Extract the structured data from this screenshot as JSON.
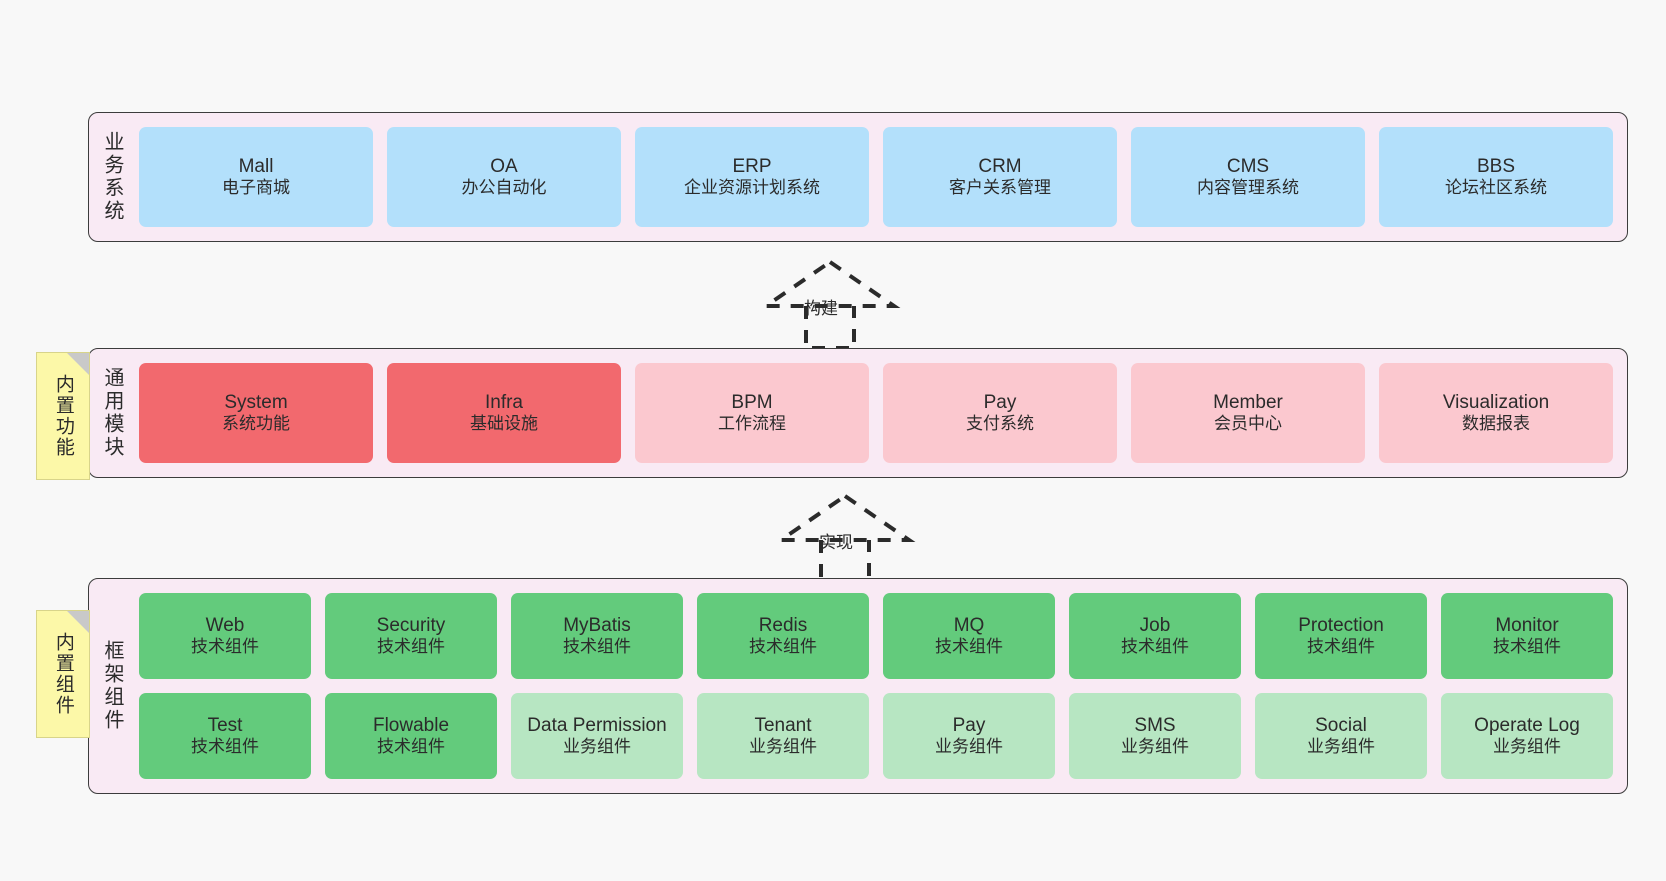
{
  "diagram": {
    "title": "system-architecture-layers",
    "colors": {
      "background": "#f8f8f8",
      "layer_panel": "#f9eaf4",
      "layer_border": "#3c3c3c",
      "business_box": "#b3e0fb",
      "module_box_strong": "#f2696e",
      "module_box_soft": "#fbc8cf",
      "component_tech": "#63cb7c",
      "component_business": "#b7e6c2",
      "note": "#fcf8a8",
      "note_fold": "#c9c9c9",
      "text": "#2b2b2b"
    }
  },
  "layers": [
    {
      "id": "business",
      "title": "业务系统",
      "rows": [
        {
          "boxes": [
            {
              "name": "Mall",
              "desc": "电子商城",
              "style": "blue"
            },
            {
              "name": "OA",
              "desc": "办公自动化",
              "style": "blue"
            },
            {
              "name": "ERP",
              "desc": "企业资源计划系统",
              "style": "blue"
            },
            {
              "name": "CRM",
              "desc": "客户关系管理",
              "style": "blue"
            },
            {
              "name": "CMS",
              "desc": "内容管理系统",
              "style": "blue"
            },
            {
              "name": "BBS",
              "desc": "论坛社区系统",
              "style": "blue"
            }
          ]
        }
      ]
    },
    {
      "id": "modules",
      "title": "通用模块",
      "note": "内置功能",
      "rows": [
        {
          "boxes": [
            {
              "name": "System",
              "desc": "系统功能",
              "style": "red"
            },
            {
              "name": "Infra",
              "desc": "基础设施",
              "style": "red"
            },
            {
              "name": "BPM",
              "desc": "工作流程",
              "style": "pink"
            },
            {
              "name": "Pay",
              "desc": "支付系统",
              "style": "pink"
            },
            {
              "name": "Member",
              "desc": "会员中心",
              "style": "pink"
            },
            {
              "name": "Visualization",
              "desc": "数据报表",
              "style": "pink"
            }
          ]
        }
      ]
    },
    {
      "id": "framework",
      "title": "框架组件",
      "note": "内置组件",
      "rows": [
        {
          "boxes": [
            {
              "name": "Web",
              "desc": "技术组件",
              "style": "green"
            },
            {
              "name": "Security",
              "desc": "技术组件",
              "style": "green"
            },
            {
              "name": "MyBatis",
              "desc": "技术组件",
              "style": "green"
            },
            {
              "name": "Redis",
              "desc": "技术组件",
              "style": "green"
            },
            {
              "name": "MQ",
              "desc": "技术组件",
              "style": "green"
            },
            {
              "name": "Job",
              "desc": "技术组件",
              "style": "green"
            },
            {
              "name": "Protection",
              "desc": "技术组件",
              "style": "green"
            },
            {
              "name": "Monitor",
              "desc": "技术组件",
              "style": "green"
            }
          ]
        },
        {
          "boxes": [
            {
              "name": "Test",
              "desc": "技术组件",
              "style": "green"
            },
            {
              "name": "Flowable",
              "desc": "技术组件",
              "style": "green"
            },
            {
              "name": "Data Permission",
              "desc": "业务组件",
              "style": "lightgreen"
            },
            {
              "name": "Tenant",
              "desc": "业务组件",
              "style": "lightgreen"
            },
            {
              "name": "Pay",
              "desc": "业务组件",
              "style": "lightgreen"
            },
            {
              "name": "SMS",
              "desc": "业务组件",
              "style": "lightgreen"
            },
            {
              "name": "Social",
              "desc": "业务组件",
              "style": "lightgreen"
            },
            {
              "name": "Operate Log",
              "desc": "业务组件",
              "style": "lightgreen"
            }
          ]
        }
      ]
    }
  ],
  "arrows": [
    {
      "id": "build",
      "label": "构建",
      "from": "modules",
      "to": "business"
    },
    {
      "id": "implement",
      "label": "实现",
      "from": "framework",
      "to": "modules"
    }
  ]
}
